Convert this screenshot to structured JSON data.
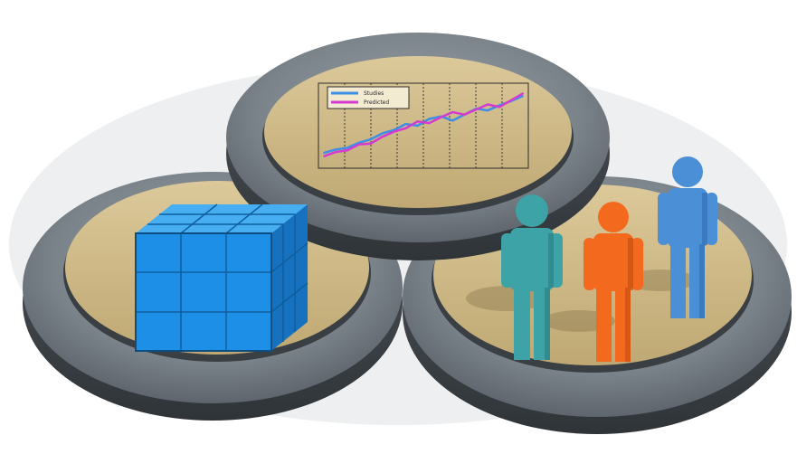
{
  "illustration": {
    "kind": "three overlapping platforms: data cube, line chart, people",
    "colors": {
      "platform_rim_dark": "#6d747b",
      "platform_rim_light": "#a7adb2",
      "platform_top": "#cdb98a",
      "cube_front": "#1e8fe6",
      "cube_side": "#1672bf",
      "cube_top": "#47aef2",
      "person_teal": "#3ea3a6",
      "person_orange": "#f36a1e",
      "person_blue": "#4b8fd6",
      "chart_line_pink": "#d43ad0",
      "chart_line_blue": "#3d8fe6"
    }
  },
  "chart": {
    "legend": [
      "Studies",
      "Predicted"
    ]
  },
  "chart_data": {
    "type": "line",
    "x": [
      1,
      2,
      3,
      4,
      5,
      6,
      7,
      8,
      9,
      10,
      11,
      12,
      13,
      14,
      15,
      16,
      17,
      18
    ],
    "series": [
      {
        "name": "Studies",
        "values": [
          18,
          22,
          24,
          30,
          34,
          41,
          45,
          52,
          50,
          58,
          61,
          56,
          63,
          70,
          68,
          74,
          79,
          85
        ]
      },
      {
        "name": "Predicted",
        "values": [
          14,
          19,
          21,
          28,
          29,
          37,
          43,
          47,
          55,
          53,
          60,
          66,
          63,
          69,
          75,
          72,
          80,
          88
        ]
      }
    ],
    "ylim": [
      0,
      100
    ],
    "grid": true,
    "legend_position": "top-left"
  }
}
